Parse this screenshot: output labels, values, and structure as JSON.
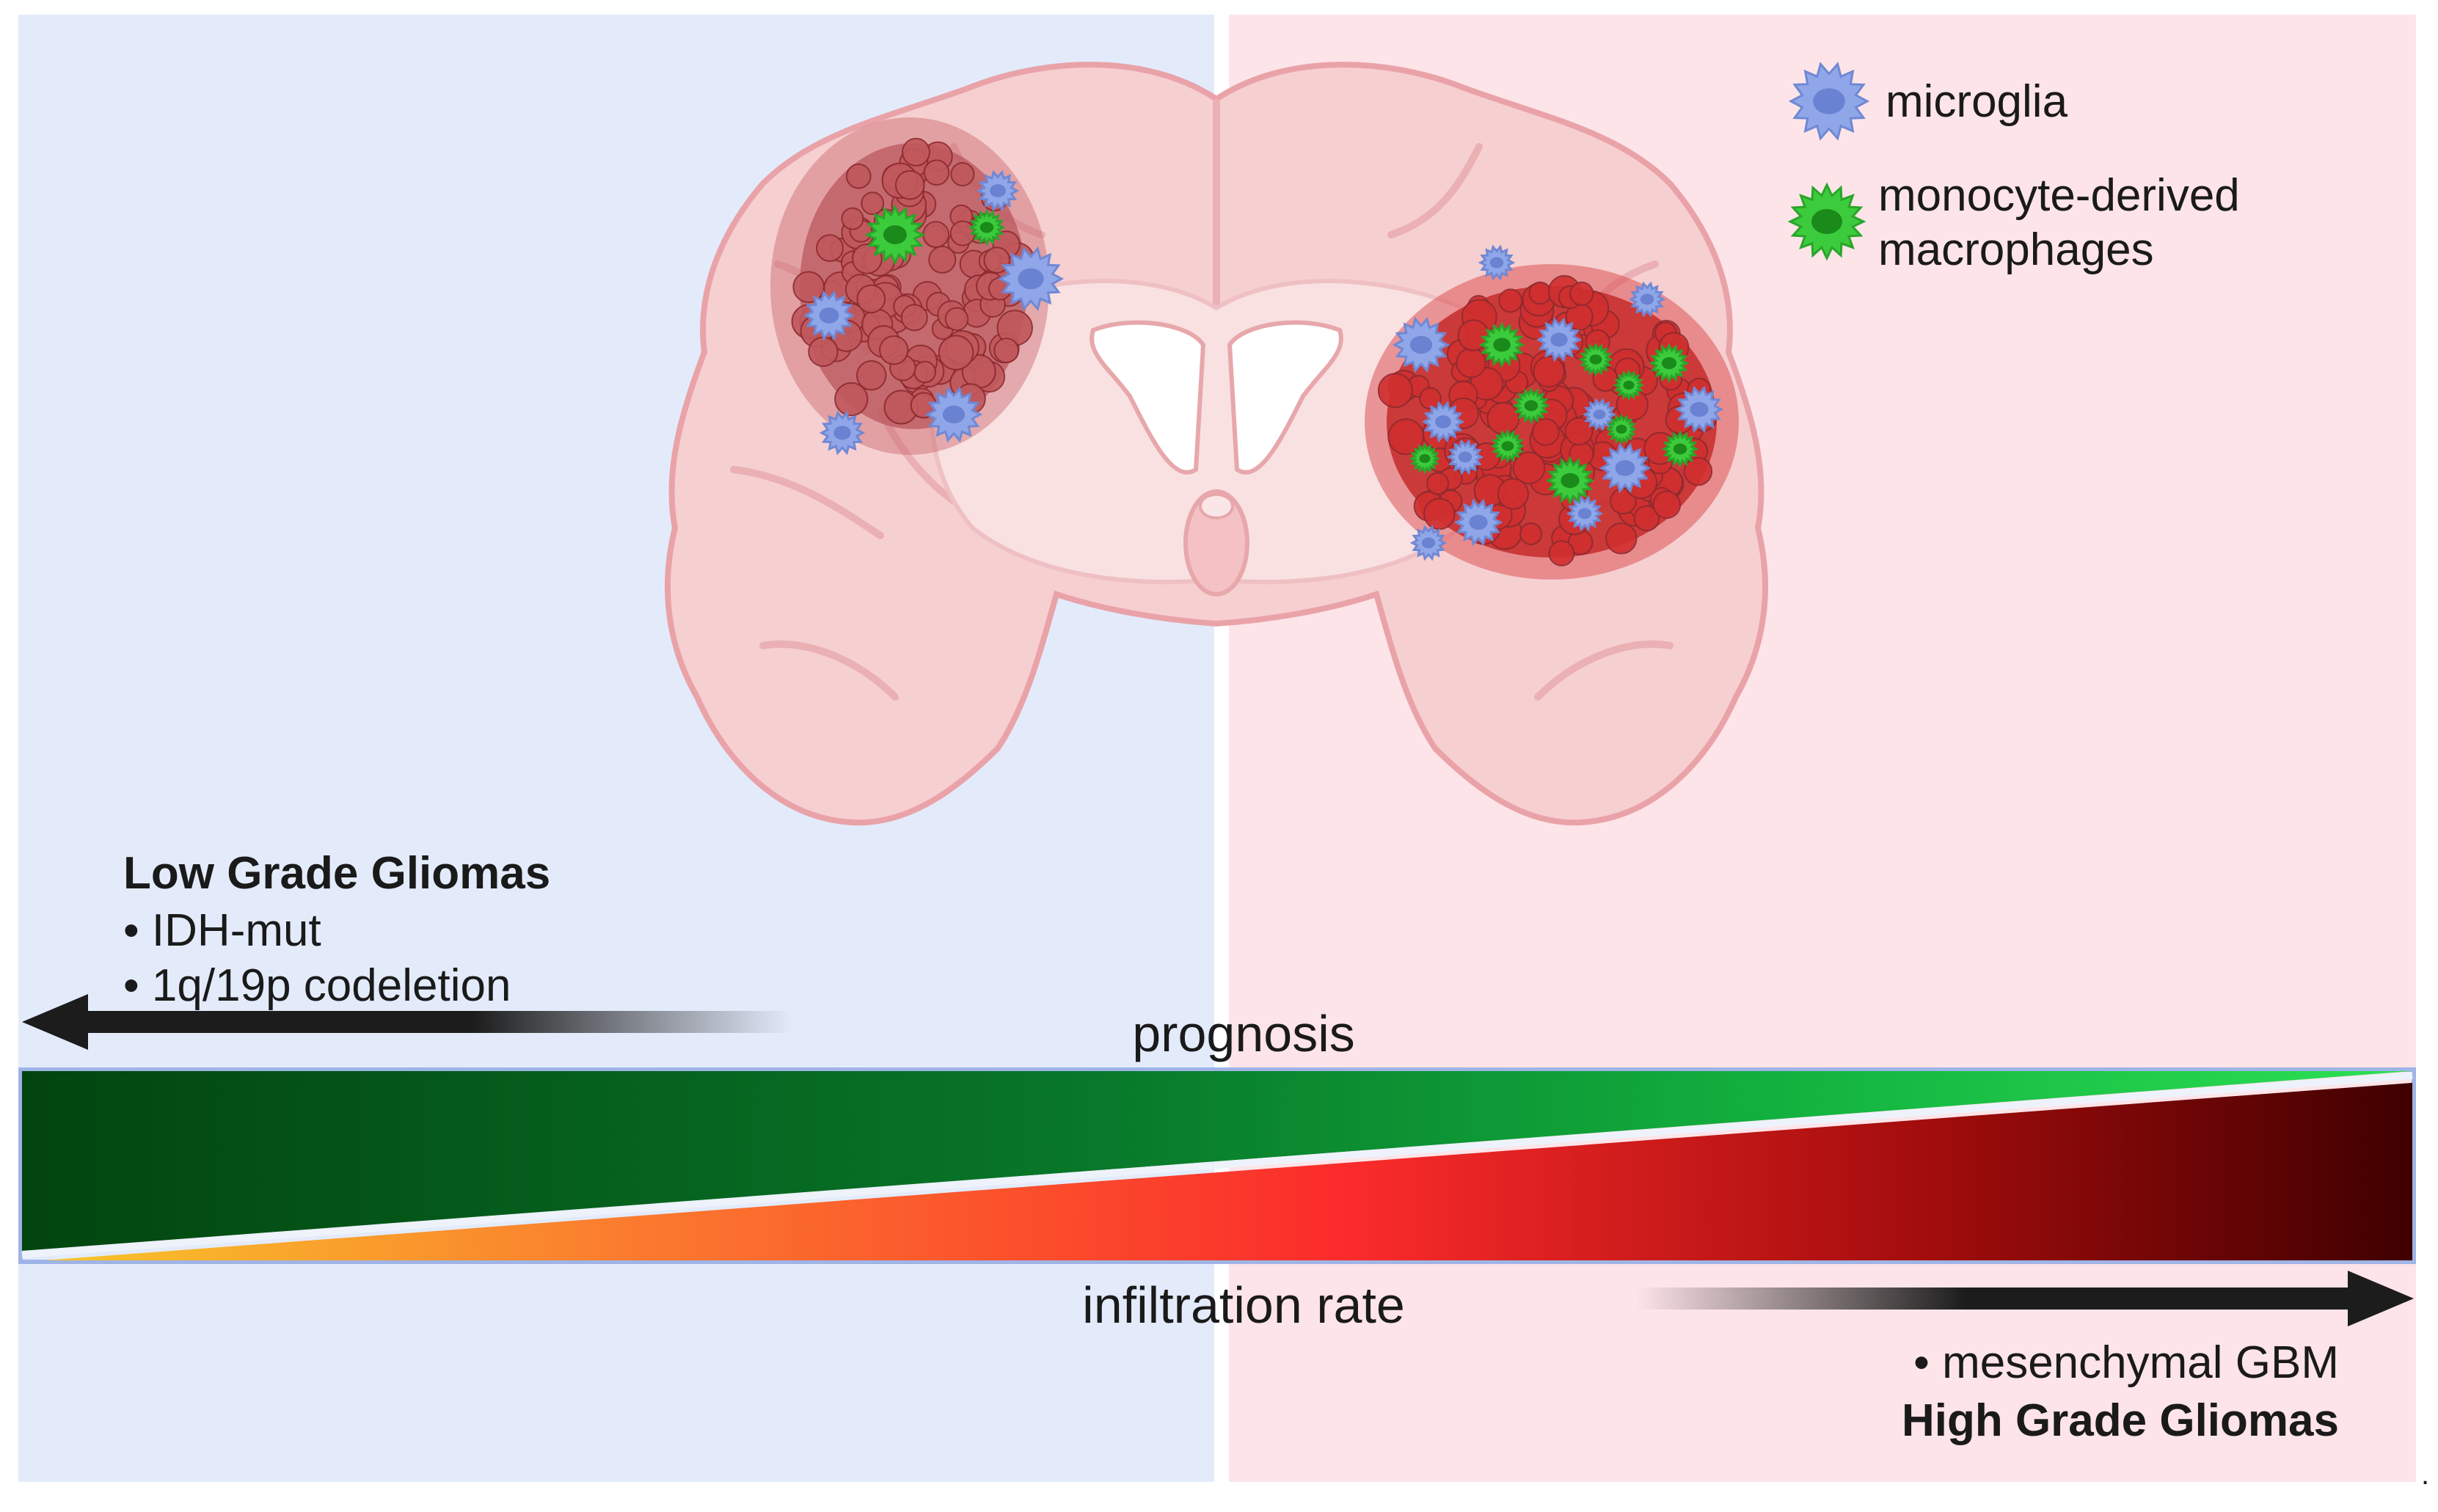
{
  "legend": {
    "microglia": "microglia",
    "macrophages_line1": "monocyte-derived",
    "macrophages_line2": "macrophages"
  },
  "low_grade": {
    "title": "Low Grade Gliomas",
    "bullet1": "• IDH-mut",
    "bullet2": "• 1q/19p codeletion"
  },
  "high_grade": {
    "title": "High Grade Gliomas",
    "bullet1": "• mesenchymal GBM"
  },
  "prognosis_label": "prognosis",
  "infiltration_label": "infiltration rate",
  "trailing_mark": ".",
  "colors": {
    "left_panel": "#e3ebfb",
    "right_panel": "#fde4e8",
    "brain_fill": "#f6cfd1",
    "brain_outline": "#e9a3a8",
    "microglia": "#8fa7e8",
    "macrophage": "#3ccb3c",
    "tumor_low": "#b9575c",
    "tumor_high": "#c62a2a",
    "prognosis_dark": "#02440f",
    "prognosis_light": "#19c63c",
    "infiltration_low": "#f8c52a",
    "infiltration_mid": "#fb2b2b",
    "infiltration_high": "#3f0000",
    "arrow": "#1c1c1c"
  }
}
